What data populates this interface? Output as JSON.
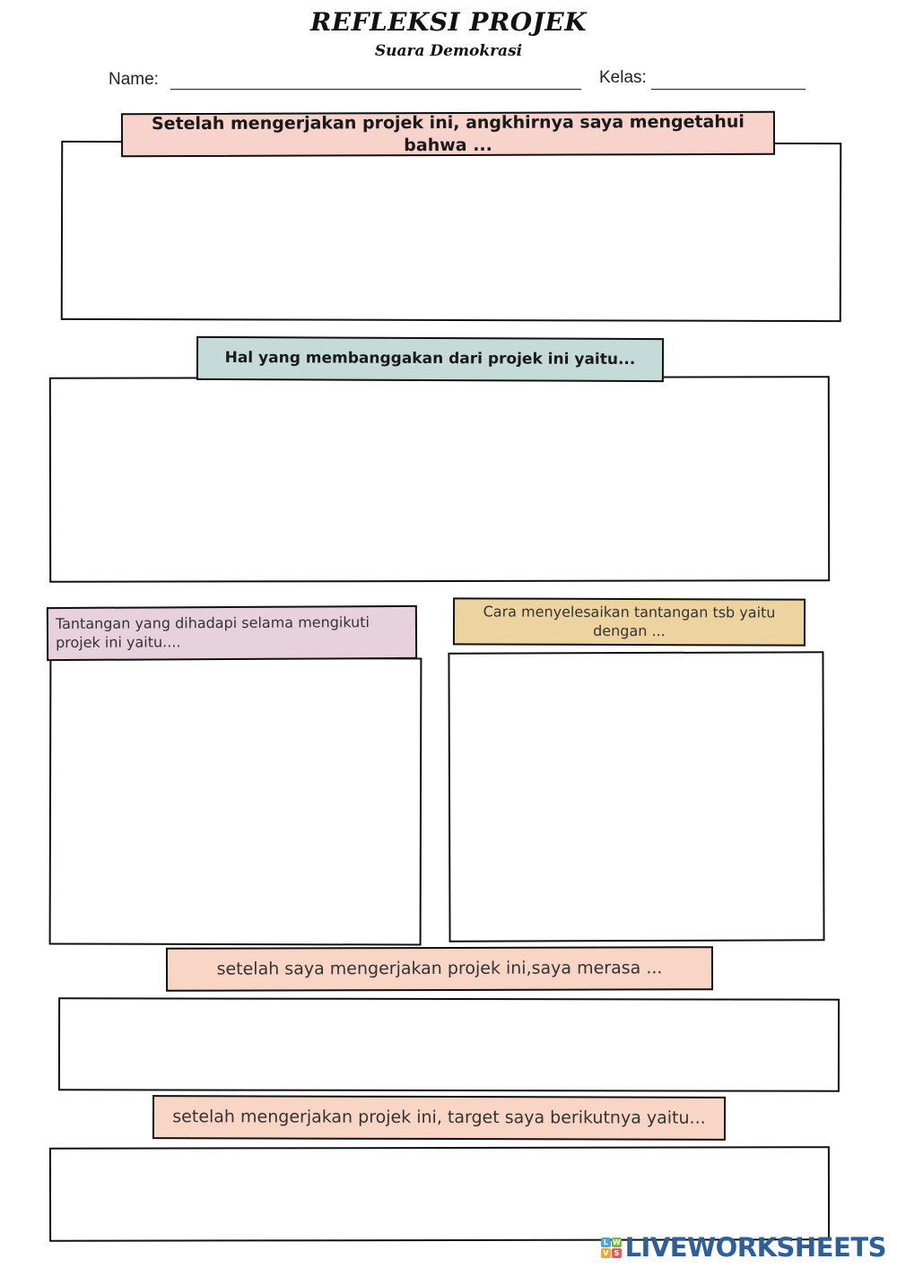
{
  "header": {
    "title": "REFLEKSI PROJEK",
    "subtitle": "Suara Demokrasi",
    "name_label": "Name:",
    "class_label": "Kelas:"
  },
  "sections": [
    {
      "prompt": "Setelah mengerjakan projek ini, angkhirnya saya mengetahui bahwa ...",
      "color": "#f8d3cb"
    },
    {
      "prompt": "Hal yang membanggakan dari projek ini yaitu...",
      "color": "#c5dbd9"
    },
    {
      "prompt": "Tantangan yang dihadapi selama mengikuti projek ini yaitu....",
      "color": "#e7d1dc"
    },
    {
      "prompt": "Cara menyelesaikan tantangan tsb yaitu dengan ...",
      "color": "#ecd39f"
    },
    {
      "prompt": "setelah saya mengerjakan projek ini,saya merasa ...",
      "color": "#f9d5c5"
    },
    {
      "prompt": "setelah mengerjakan projek ini, target saya berikutnya yaitu...",
      "color": "#f9d5c5"
    }
  ],
  "footer": {
    "brand": "LIVEWORKSHEETS",
    "logo_letters": [
      "L",
      "W",
      "V",
      "S"
    ]
  }
}
